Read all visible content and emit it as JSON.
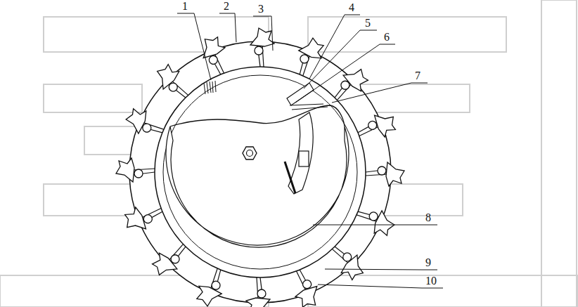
{
  "diagram": {
    "labels": [
      "1",
      "2",
      "3",
      "4",
      "5",
      "6",
      "7",
      "8",
      "9",
      "10"
    ]
  }
}
